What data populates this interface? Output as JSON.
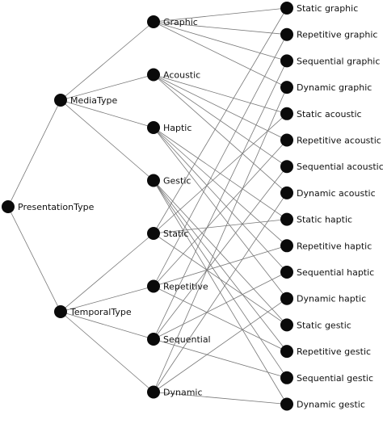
{
  "diagram": {
    "root": {
      "id": "presentation",
      "label": "PresentationType"
    },
    "level1": [
      {
        "id": "media",
        "label": "MediaType"
      },
      {
        "id": "temporal",
        "label": "TemporalType"
      }
    ],
    "media_types": [
      {
        "id": "graphic",
        "label": "Graphic"
      },
      {
        "id": "acoustic",
        "label": "Acoustic"
      },
      {
        "id": "haptic",
        "label": "Haptic"
      },
      {
        "id": "gestic",
        "label": "Gestic"
      }
    ],
    "temporal_types": [
      {
        "id": "static",
        "label": "Static"
      },
      {
        "id": "repetitive",
        "label": "Repetitive"
      },
      {
        "id": "sequential",
        "label": "Sequential"
      },
      {
        "id": "dynamic",
        "label": "Dynamic"
      }
    ],
    "combinations": [
      {
        "id": "static_graphic",
        "label": "Static graphic",
        "media": "graphic",
        "temporal": "static"
      },
      {
        "id": "repetitive_graphic",
        "label": "Repetitive graphic",
        "media": "graphic",
        "temporal": "repetitive"
      },
      {
        "id": "sequential_graphic",
        "label": "Sequential graphic",
        "media": "graphic",
        "temporal": "sequential"
      },
      {
        "id": "dynamic_graphic",
        "label": "Dynamic graphic",
        "media": "graphic",
        "temporal": "dynamic"
      },
      {
        "id": "static_acoustic",
        "label": "Static acoustic",
        "media": "acoustic",
        "temporal": "static"
      },
      {
        "id": "repetitive_acoustic",
        "label": "Repetitive acoustic",
        "media": "acoustic",
        "temporal": "repetitive"
      },
      {
        "id": "sequential_acoustic",
        "label": "Sequential acoustic",
        "media": "acoustic",
        "temporal": "sequential"
      },
      {
        "id": "dynamic_acoustic",
        "label": "Dynamic acoustic",
        "media": "acoustic",
        "temporal": "dynamic"
      },
      {
        "id": "static_haptic",
        "label": "Static haptic",
        "media": "haptic",
        "temporal": "static"
      },
      {
        "id": "repetitive_haptic",
        "label": "Repetitive haptic",
        "media": "haptic",
        "temporal": "repetitive"
      },
      {
        "id": "sequential_haptic",
        "label": "Sequential haptic",
        "media": "haptic",
        "temporal": "sequential"
      },
      {
        "id": "dynamic_haptic",
        "label": "Dynamic haptic",
        "media": "haptic",
        "temporal": "dynamic"
      },
      {
        "id": "static_gestic",
        "label": "Static gestic",
        "media": "gestic",
        "temporal": "static"
      },
      {
        "id": "repetitive_gestic",
        "label": "Repetitive gestic",
        "media": "gestic",
        "temporal": "repetitive"
      },
      {
        "id": "sequential_gestic",
        "label": "Sequential gestic",
        "media": "gestic",
        "temporal": "sequential"
      },
      {
        "id": "dynamic_gestic",
        "label": "Dynamic gestic",
        "media": "gestic",
        "temporal": "dynamic"
      }
    ],
    "colors": {
      "node": "#0a0a0a",
      "edge": "#777777",
      "label": "#111111"
    }
  }
}
